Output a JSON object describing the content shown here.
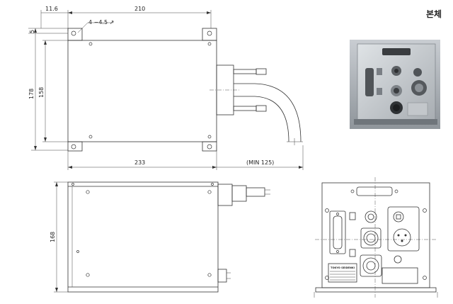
{
  "page_title": "본체",
  "top_view": {
    "dim_width_top": "210",
    "dim_offset_left": "11.6",
    "dim_hole_note": "4 −4.5 ↗",
    "dim_offset_top": "5",
    "dim_outer_height": "178",
    "dim_inner_height": "158",
    "dim_body_length": "233",
    "dim_cable_min": "(MIN 125)"
  },
  "side_view": {
    "dim_height": "168"
  },
  "rear_panel": {
    "nameplate_brand": "TOKYO SEIDENKI"
  }
}
